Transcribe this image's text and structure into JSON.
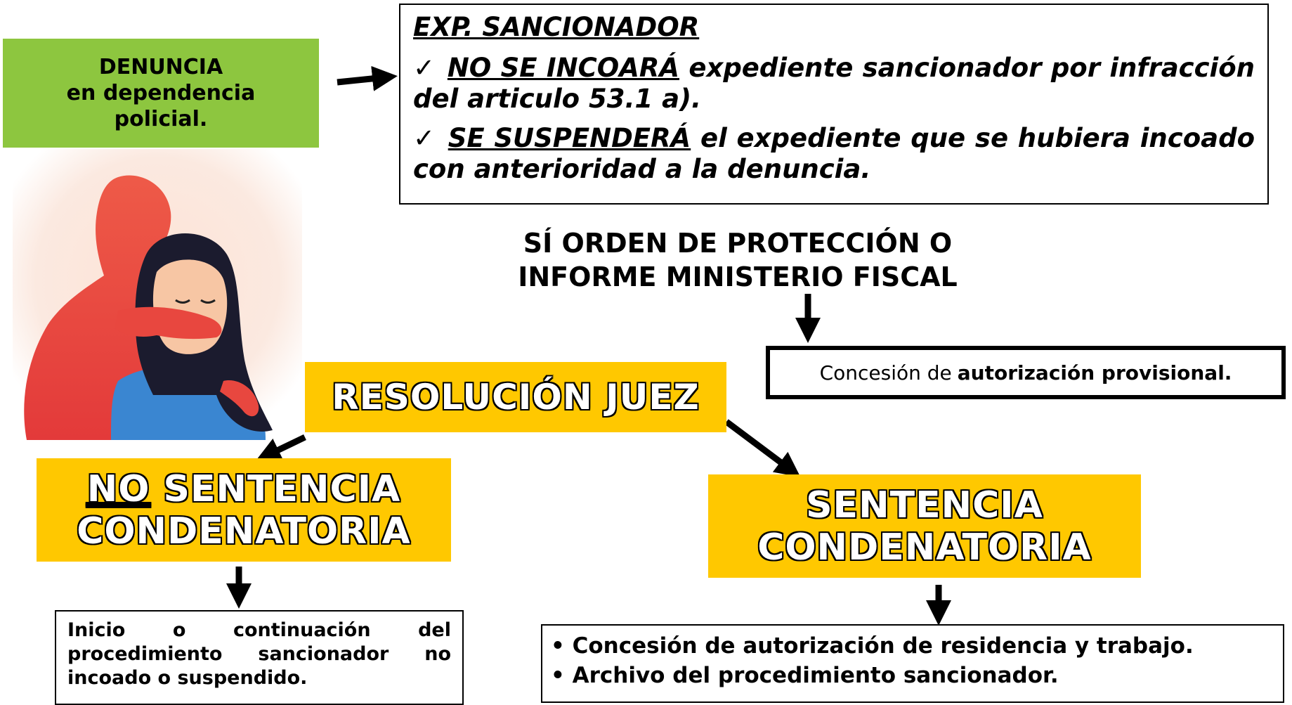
{
  "denuncia": {
    "line1": "DENUNCIA",
    "line2": "en dependencia",
    "line3": "policial."
  },
  "expediente": {
    "title": "EXP. SANCIONADOR",
    "check_mark": "✓",
    "item1_emphasis": "NO SE INCOARÁ",
    "item1_rest": " expediente sancionador por infracción del articulo 53.1 a).",
    "item2_emphasis": "SE SUSPENDERÁ",
    "item2_rest": " el expediente que se hubiera incoado con anterioridad a la denuncia."
  },
  "orden_proteccion": {
    "line1": "SÍ ORDEN DE PROTECCIÓN O",
    "line2": "INFORME MINISTERIO  FISCAL"
  },
  "concesion_provisional": {
    "prefix": "Concesión de",
    "bold": "autorización provisional."
  },
  "resolucion": {
    "label": "RESOLUCIÓN JUEZ"
  },
  "no_sentencia": {
    "no": "NO",
    "line1_rest": " SENTENCIA",
    "line2": "CONDENATORIA"
  },
  "sentencia": {
    "line1": "SENTENCIA",
    "line2": "CONDENATORIA"
  },
  "inicio": {
    "text": "Inicio o continuación del procedimiento sancionador no incoado o suspendido."
  },
  "resultados": {
    "items": [
      "Concesión de autorización de residencia y trabajo.",
      "Archivo del procedimiento sancionador."
    ]
  },
  "colors": {
    "green_box": "#8dc63f",
    "yellow_box": "#ffc800",
    "illustration_red": "#e8473f",
    "illustration_blue": "#3a86d1"
  },
  "illustration": {
    "description_icon": "woman-silenced-illustration"
  }
}
